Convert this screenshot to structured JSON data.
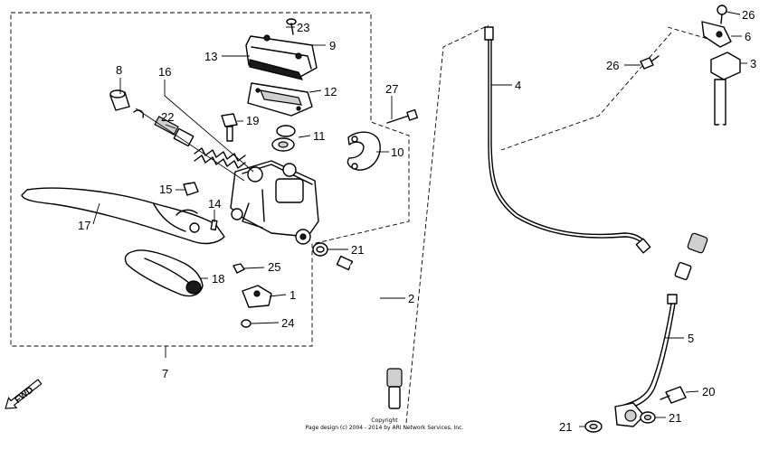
{
  "callouts": {
    "n1": "1",
    "n2": "2",
    "n3": "3",
    "n4": "4",
    "n5": "5",
    "n6": "6",
    "n7": "7",
    "n8": "8",
    "n9": "9",
    "n10": "10",
    "n11": "11",
    "n12": "12",
    "n13": "13",
    "n14": "14",
    "n15": "15",
    "n16": "16",
    "n17": "17",
    "n18": "18",
    "n19": "19",
    "n20": "20",
    "n21a": "21",
    "n21b": "21",
    "n21c": "21",
    "n22": "22",
    "n23": "23",
    "n24": "24",
    "n25": "25",
    "n26a": "26",
    "n26b": "26",
    "n27": "27"
  },
  "direction_label": "FWD",
  "copyright_line1": "Copyright",
  "copyright_line2": "Page design (c) 2004 - 2014 by ARI Network Services, Inc."
}
